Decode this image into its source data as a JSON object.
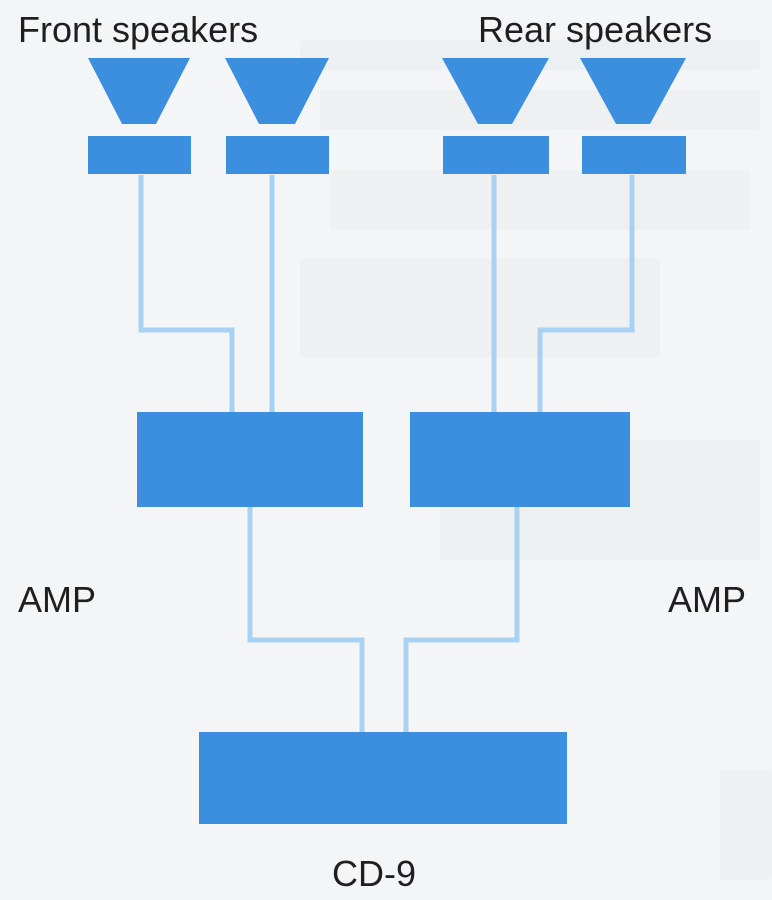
{
  "labels": {
    "front_speakers": "Front speakers",
    "rear_speakers": "Rear speakers",
    "amp_left": "AMP",
    "amp_right": "AMP",
    "cd_player": "CD-9"
  },
  "colors": {
    "component_blue": "#3c8fde",
    "cable_blue": "#a9d2f2",
    "label_text": "#1f1f1f",
    "background": "#f4f5f6"
  }
}
